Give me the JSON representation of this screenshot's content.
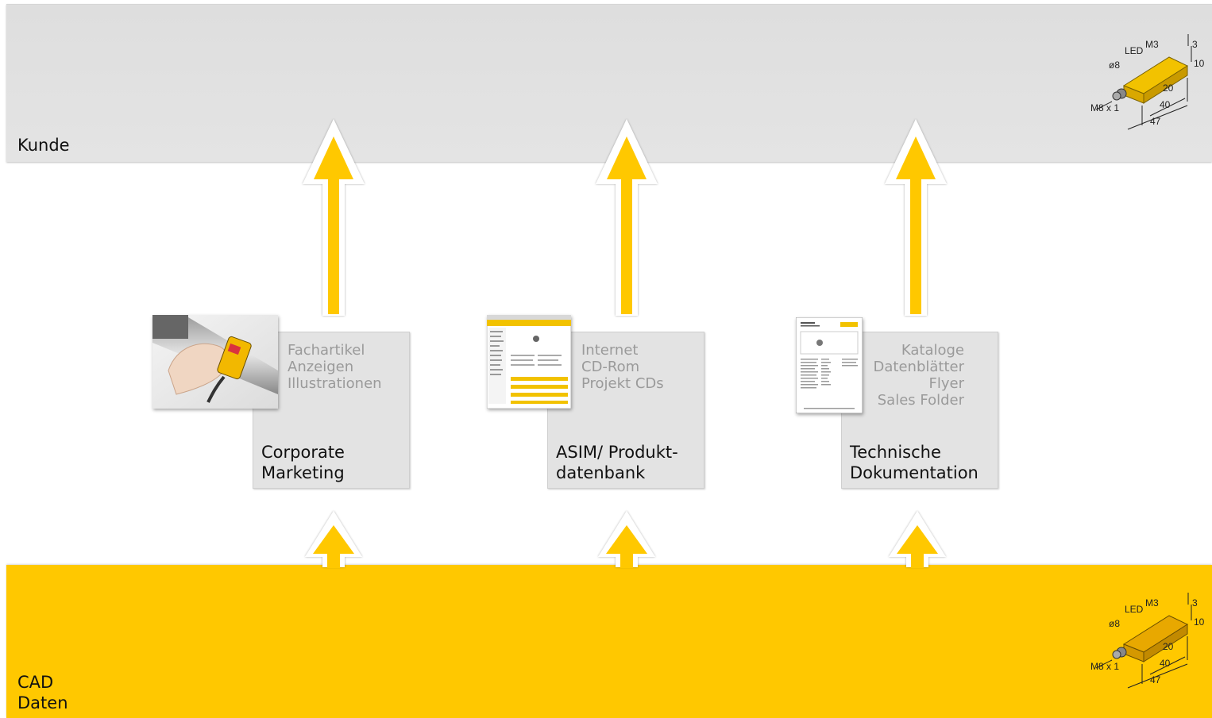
{
  "bands": {
    "kunde": {
      "label": "Kunde",
      "color": "#e0e0e0"
    },
    "cad": {
      "label_lines": [
        "CAD",
        "Daten"
      ],
      "color": "#ffc800"
    }
  },
  "cards": [
    {
      "id": "corporate-marketing",
      "items": [
        "Fachartikel",
        "Anzeigen",
        "Illustrationen"
      ],
      "title_lines": [
        "Corporate",
        "Marketing"
      ],
      "image": "photo-hand-sensor"
    },
    {
      "id": "asim-produktdatenbank",
      "items": [
        "Internet",
        "CD-Rom",
        "Projekt CDs"
      ],
      "title_lines": [
        "ASIM/ Produkt-",
        "datenbank"
      ],
      "image": "website-screenshot"
    },
    {
      "id": "technische-dokumentation",
      "items": [
        "Kataloge",
        "Datenblätter",
        "Flyer",
        "Sales Folder"
      ],
      "title_lines": [
        "Technische",
        "Dokumentation"
      ],
      "image": "datasheet-document"
    }
  ],
  "sensor_drawing": {
    "labels": [
      "LED",
      "M3",
      "3",
      "10",
      "ø8",
      "20",
      "40",
      "M8 x 1",
      "47"
    ]
  },
  "colors": {
    "arrow": "#ffc800",
    "arrow_outline": "#ffffff",
    "card_bg": "#e3e3e3",
    "card_item_text": "#9a9a9a"
  },
  "icons": [
    "arrow-up-icon",
    "sensor-dimension-drawing"
  ]
}
